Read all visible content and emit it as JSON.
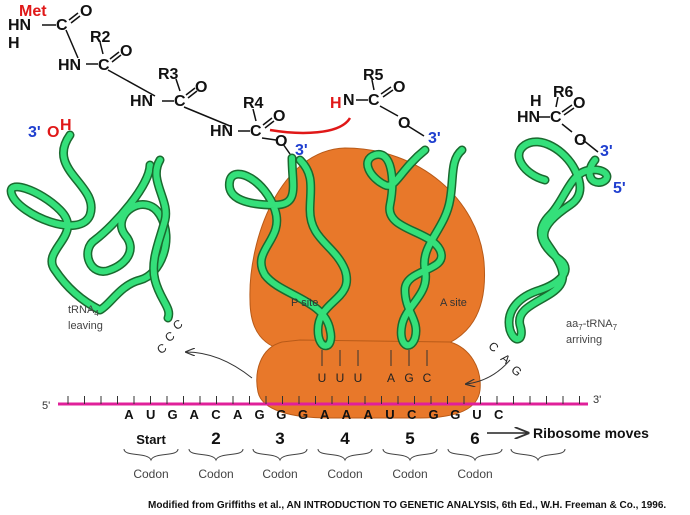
{
  "chain": {
    "met": "Met",
    "hn": "HN",
    "h": "H",
    "c": "C",
    "o": "O",
    "r2": "R2",
    "r3": "R3",
    "r4": "R4",
    "r5": "R5",
    "r6": "R6",
    "hn_plain": "N",
    "h_red": "H",
    "hn_label": "HN",
    "h_label": "H"
  },
  "ends": {
    "three_prime": "3'",
    "five_prime": "5'",
    "oh_o": "O",
    "oh_h": "H"
  },
  "sites": {
    "p_site": "P site",
    "a_site": "A site"
  },
  "trna_left": {
    "line1_main": "tRNA",
    "line1_sub": "4",
    "line2": "leaving",
    "anticodon": [
      "C",
      "C",
      "C"
    ]
  },
  "trna_right": {
    "line1_a": "aa",
    "line1_sub1": "7",
    "line1_b": "-tRNA",
    "line1_sub2": "7",
    "line2": "arriving",
    "anticodon": [
      "C",
      "A",
      "G"
    ]
  },
  "ribosome_anticodons": {
    "p_site": [
      "U",
      "U",
      "U"
    ],
    "a_site": [
      "A",
      "G",
      "C"
    ]
  },
  "mrna": {
    "five_end": "5'",
    "three_end": "3'",
    "bases": [
      "A",
      "U",
      "G",
      "A",
      "C",
      "A",
      "G",
      "G",
      "G",
      "A",
      "A",
      "A",
      "U",
      "C",
      "G",
      "G",
      "U",
      "C"
    ]
  },
  "codons": {
    "numbers": [
      "Start",
      "2",
      "3",
      "4",
      "5",
      "6"
    ],
    "label": "Codon"
  },
  "ribosome_moves": "Ribosome moves",
  "credit": "Modified from Griffiths et al., AN INTRODUCTION TO GENETIC ANALYSIS, 6th Ed.,  W.H. Freeman & Co., 1996."
}
